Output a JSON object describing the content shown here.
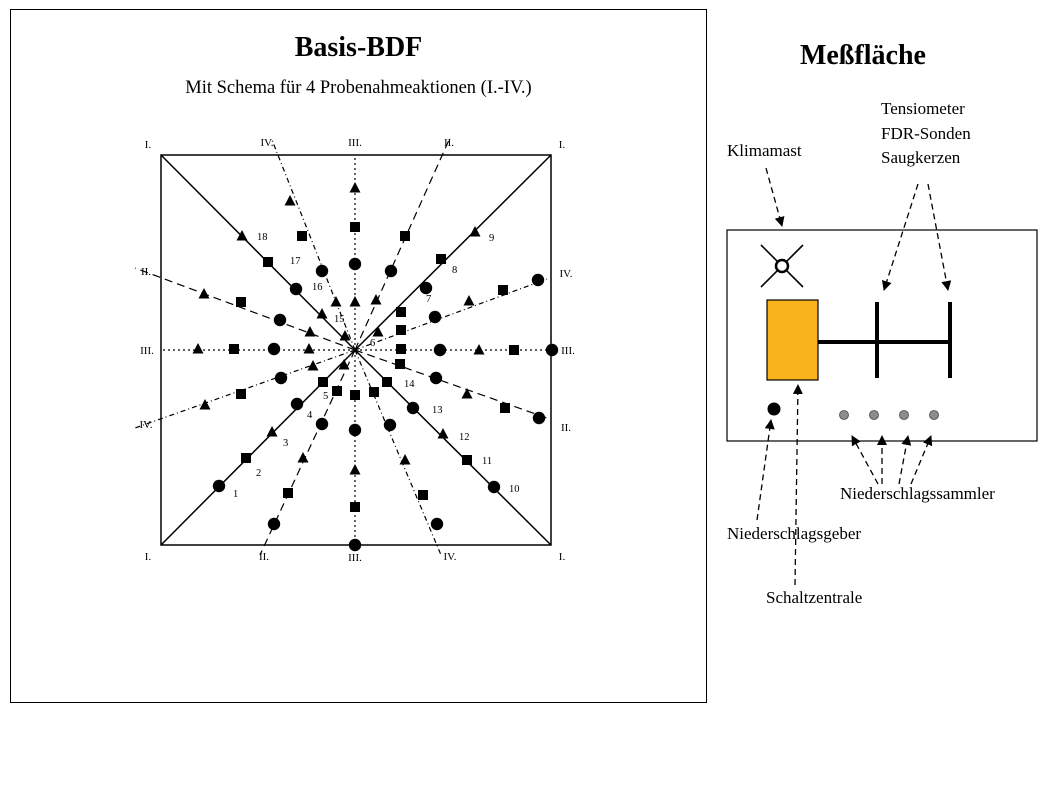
{
  "left": {
    "title": "Basis-BDF",
    "subtitle": "Mit Schema für 4 Probenahmeaktionen (I.-IV.)"
  },
  "grid": {
    "roman": {
      "i": "I.",
      "ii": "II.",
      "iii": "III.",
      "iv": "IV."
    },
    "point_numbers": [
      "1",
      "2",
      "3",
      "4",
      "5",
      "6",
      "7",
      "8",
      "9",
      "10",
      "11",
      "12",
      "13",
      "14",
      "15",
      "16",
      "17",
      "18"
    ],
    "campaigns": [
      {
        "id": "I.",
        "line_style": "solid"
      },
      {
        "id": "II.",
        "line_style": "dashed"
      },
      {
        "id": "III.",
        "line_style": "dotted"
      },
      {
        "id": "IV.",
        "line_style": "dash-dot"
      }
    ]
  },
  "right": {
    "title": "Meßfläche",
    "klimamast": "Klimamast",
    "sensors": [
      "Tensiometer",
      "FDR-Sonden",
      "Saugkerzen"
    ],
    "niederschlagsgeber": "Niederschlagsgeber",
    "niederschlagssammler": "Niederschlagssammler",
    "schaltzentrale": "Schaltzentrale",
    "colors": {
      "schaltzentrale_fill": "#F9B31D",
      "sammler_fill": "#8c8c8c"
    }
  }
}
